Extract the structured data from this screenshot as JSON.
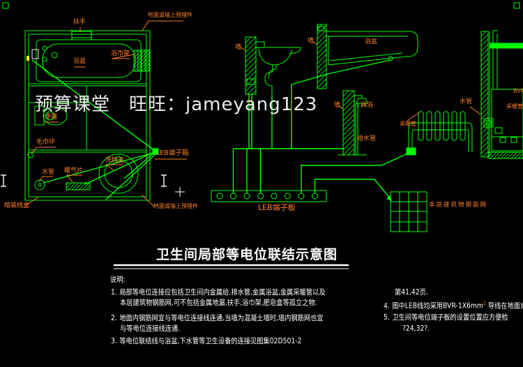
{
  "watermark": "预算课堂　旺旺：jameyang123",
  "title": "卫生间局部等电位联结示意图",
  "colors": {
    "line_green": "#00ff00",
    "label_orange": "#ff7f27",
    "text_white": "#ffffff",
    "background": "#000000",
    "highlight_yellow": "#ffff00"
  },
  "plan": {
    "grab_bar": "扶手",
    "embed_top": "地面或墙上预埋件",
    "towel_rack": "浴巾架",
    "bathtub": "浴盆",
    "toilet": "便器",
    "towel_ring": "毛巾环",
    "water_pipe": "水管",
    "radiator": "暖气片",
    "washbasin": "洗脸盆",
    "leb_box": "LEB端子箱",
    "concealed_box": "暗装线盒",
    "embed_bottom": "地面或墙上预埋件"
  },
  "sections": {
    "wall_basin": "墙",
    "wall_tub": "墙",
    "bathtub": "浴盆",
    "wall_shower": "墙",
    "shower": "淋浴",
    "supply_pipe": "给水管",
    "heating_pipe": "采暖管",
    "water_pipe": "水管",
    "bvr": "BVR",
    "heating_pipe2": "采暖管",
    "leb_strip": "LEB端子板",
    "rebar_mesh": "本层建筑物钢筋网"
  },
  "notes": {
    "heading": "说明:",
    "lines": [
      {
        "num": "1.",
        "text": "局部等电位连接应包括卫生间内金属给,排水管,金属浴盆,金属采暖管以及"
      },
      {
        "num": "",
        "text": "本层建筑物钢筋网,可不包括金属地漏,扶手,浴巾架,肥皂盒等孤立之物."
      },
      {
        "num": "2.",
        "text": "地面内钢筋网宜与等电位连接线连通,当墙为混凝土墙时,墙内钢筋网也宜"
      },
      {
        "num": "",
        "text": "与等电位连接线连通."
      },
      {
        "num": "3.",
        "text": "等电位联结线与浴盆,下水管等卫生设备的连接见图集02D501-2"
      }
    ],
    "right": [
      {
        "num": "",
        "text": "第41,42页."
      },
      {
        "num": "4.",
        "pre": "图中LEB线均采用BVR-1X6mm",
        "sup": "2",
        "post": " 导线在地面或"
      },
      {
        "num": "5.",
        "text": "卫生间等电位端子板的设置位置应方便检"
      },
      {
        "num": "",
        "text": "?24,32?."
      }
    ]
  }
}
